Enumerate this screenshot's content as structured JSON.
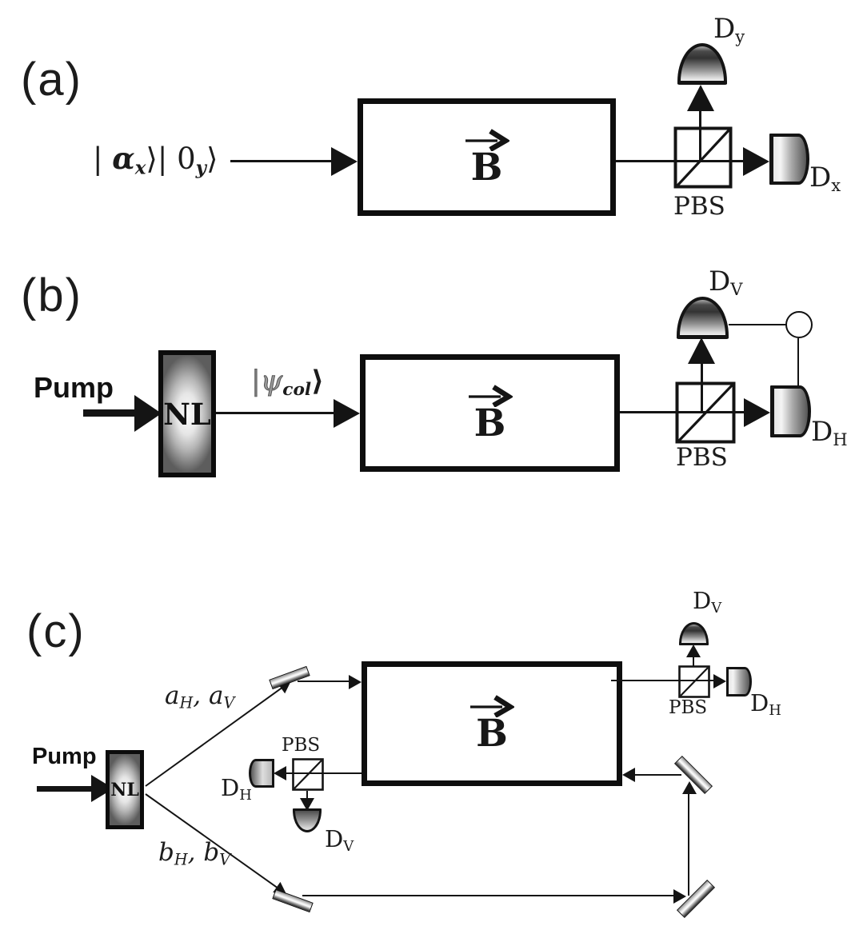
{
  "figure": {
    "description": "Three-panel quantum magnetometry schematic",
    "colors": {
      "ink": "#141414",
      "background": "#ffffff"
    }
  },
  "panels": {
    "a": {
      "label": "(a)",
      "input_state": {
        "p1": "| ",
        "alpha": "α",
        "alpha_sub": "x",
        "p2": "⟩| 0",
        "zero_sub": "y",
        "p3": "⟩"
      },
      "b_field": {
        "letter": "B"
      },
      "pbs_label": "PBS",
      "detector_y": {
        "main": "D",
        "sub": "y"
      },
      "detector_x": {
        "main": "D",
        "sub": "x"
      }
    },
    "b": {
      "label": "(b)",
      "pump_label": "Pump",
      "nl_label": "NL",
      "state": {
        "bar": "|",
        "psi": "ψ",
        "sub": "col",
        "ket": "⟩"
      },
      "b_field": {
        "letter": "B"
      },
      "pbs_label": "PBS",
      "detector_v": {
        "main": "D",
        "sub": "V"
      },
      "detector_h": {
        "main": "D",
        "sub": "H"
      }
    },
    "c": {
      "label": "(c)",
      "pump_label": "Pump",
      "nl_label": "NL",
      "mode_a": {
        "p1": "a",
        "p1sub": "H",
        "comma": ",",
        "p2": "a",
        "p2sub": "V"
      },
      "mode_b": {
        "p1": "b",
        "p1sub": "H",
        "comma": ",",
        "p2": "b",
        "p2sub": "V"
      },
      "b_field": {
        "letter": "B"
      },
      "left_unit": {
        "pbs_label": "PBS",
        "detector_h": {
          "main": "D",
          "sub": "H"
        },
        "detector_v": {
          "main": "D",
          "sub": "V"
        }
      },
      "right_unit": {
        "pbs_label": "PBS",
        "detector_h": {
          "main": "D",
          "sub": "H"
        },
        "detector_v": {
          "main": "D",
          "sub": "V"
        }
      }
    }
  }
}
